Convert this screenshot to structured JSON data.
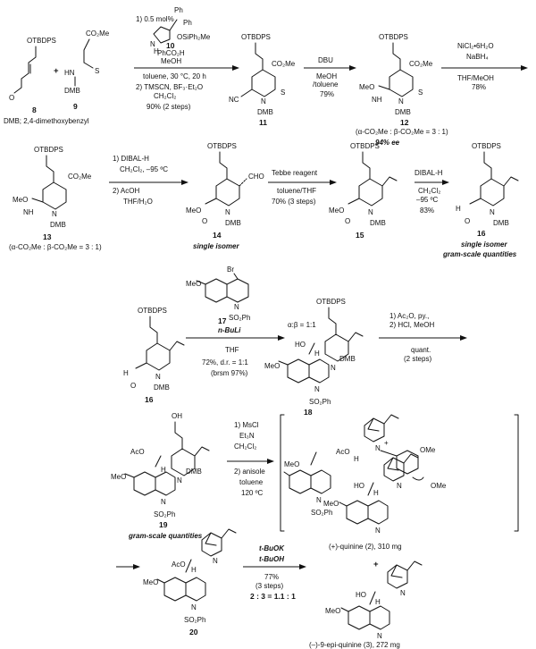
{
  "compounds": {
    "c8": {
      "number": "8",
      "labels": [
        "OTBDPS",
        "O"
      ],
      "note": "DMB; 2,4-dimethoxybenzyl"
    },
    "c9": {
      "number": "9",
      "labels": [
        "CO₂Me",
        "HN",
        "S",
        "DMB"
      ]
    },
    "c10": {
      "number": "10",
      "labels": [
        "Ph",
        "Ph",
        "N",
        "H",
        "OSiPh₂Me"
      ]
    },
    "c11": {
      "number": "11",
      "labels": [
        "OTBDPS",
        "CO₂Me",
        "NC",
        "N",
        "S",
        "DMB"
      ]
    },
    "c12": {
      "number": "12",
      "labels": [
        "OTBDPS",
        "CO₂Me",
        "MeO",
        "NH",
        "N",
        "S",
        "DMB"
      ],
      "note": "(α-CO₂Me : β-CO₂Me = 3 : 1)",
      "ee": "94% ee"
    },
    "c13": {
      "number": "13",
      "labels": [
        "OTBDPS",
        "CO₂Me",
        "MeO",
        "NH",
        "N",
        "DMB"
      ],
      "note": "(α-CO₂Me : β-CO₂Me = 3 : 1)"
    },
    "c14": {
      "number": "14",
      "labels": [
        "OTBDPS",
        "CHO",
        "MeO",
        "O",
        "N",
        "DMB"
      ],
      "note": "single isomer"
    },
    "c15": {
      "number": "15",
      "labels": [
        "OTBDPS",
        "MeO",
        "O",
        "N",
        "DMB"
      ]
    },
    "c16": {
      "number": "16",
      "labels": [
        "OTBDPS",
        "H",
        "O",
        "N",
        "DMB"
      ],
      "notes": [
        "single isomer",
        "gram-scale quantities"
      ]
    },
    "c16b": {
      "number": "16",
      "labels": [
        "OTBDPS",
        "H",
        "O",
        "N",
        "DMB"
      ]
    },
    "c17": {
      "number": "17",
      "labels": [
        "Br",
        "MeO",
        "N",
        "SO₂Ph"
      ]
    },
    "c18": {
      "number": "18",
      "labels": [
        "OTBDPS",
        "α:β = 1:1",
        "HO",
        "H",
        "N",
        "DMB",
        "MeO",
        "N",
        "SO₂Ph"
      ]
    },
    "c19": {
      "number": "19",
      "labels": [
        "OH",
        "AcO",
        "H",
        "N",
        "DMB",
        "MeO",
        "N",
        "SO₂Ph"
      ],
      "note": "gram-scale quantities"
    },
    "int": {
      "labels": [
        "AcO",
        "H",
        "N",
        "+",
        "OMe",
        "OMe",
        "MeO",
        "N",
        "SO₂Ph"
      ]
    },
    "c20": {
      "number": "20",
      "labels": [
        "AcO",
        "H",
        "N",
        "MeO",
        "N",
        "SO₂Ph"
      ]
    },
    "quinine": {
      "labels": [
        "HO",
        "H",
        "N",
        "MeO",
        "N"
      ],
      "name": "(+)-quinine (2), 310 mg"
    },
    "plus": "+",
    "epiquinine": {
      "labels": [
        "HO",
        "H",
        "N",
        "MeO",
        "N"
      ],
      "name": "(–)-9-epi-quinine (3), 272 mg"
    }
  },
  "plus_sign": "+",
  "steps": {
    "s1": {
      "lines": [
        "1) 0.5 mol%",
        "PhCO₂H",
        "MeOH",
        "toluene, 30 °C, 20 h",
        "2) TMSCN, BF₃·Et₂O",
        "CH₂Cl₂",
        "90% (2 steps)"
      ]
    },
    "s2": {
      "lines": [
        "DBU",
        "MeOH",
        "/toluene",
        "79%"
      ]
    },
    "s3": {
      "lines": [
        "NiCl₂•6H₂O",
        "NaBH₄",
        "THF/MeOH",
        "78%"
      ]
    },
    "s4": {
      "lines": [
        "1) DIBAL-H",
        "CH₂Cl₂, –95 ºC",
        "2) AcOH",
        "THF/H₂O"
      ]
    },
    "s5": {
      "lines": [
        "Tebbe reagent",
        "toluene/THF",
        "70% (3 steps)"
      ]
    },
    "s6": {
      "lines": [
        "DIBAL-H",
        "CH₂Cl₂",
        "–95 ºC",
        "83%"
      ]
    },
    "s7": {
      "lines": [
        "n-BuLi",
        "THF",
        "72%, d.r. = 1:1",
        "(brsm 97%)"
      ]
    },
    "s8": {
      "lines": [
        "1) Ac₂O, py.,",
        "2) HCl, MeOH",
        "quant.",
        "(2 steps)"
      ]
    },
    "s9": {
      "lines": [
        "1) MsCl",
        "Et₃N",
        "CH₂Cl₂",
        "2) anisole",
        "toluene",
        "120 ºC"
      ]
    },
    "s10": {
      "lines": [
        "t-BuOK",
        "t-BuOH",
        "77%",
        "(3 steps)",
        "2 : 3 = 1.1 : 1"
      ]
    }
  }
}
